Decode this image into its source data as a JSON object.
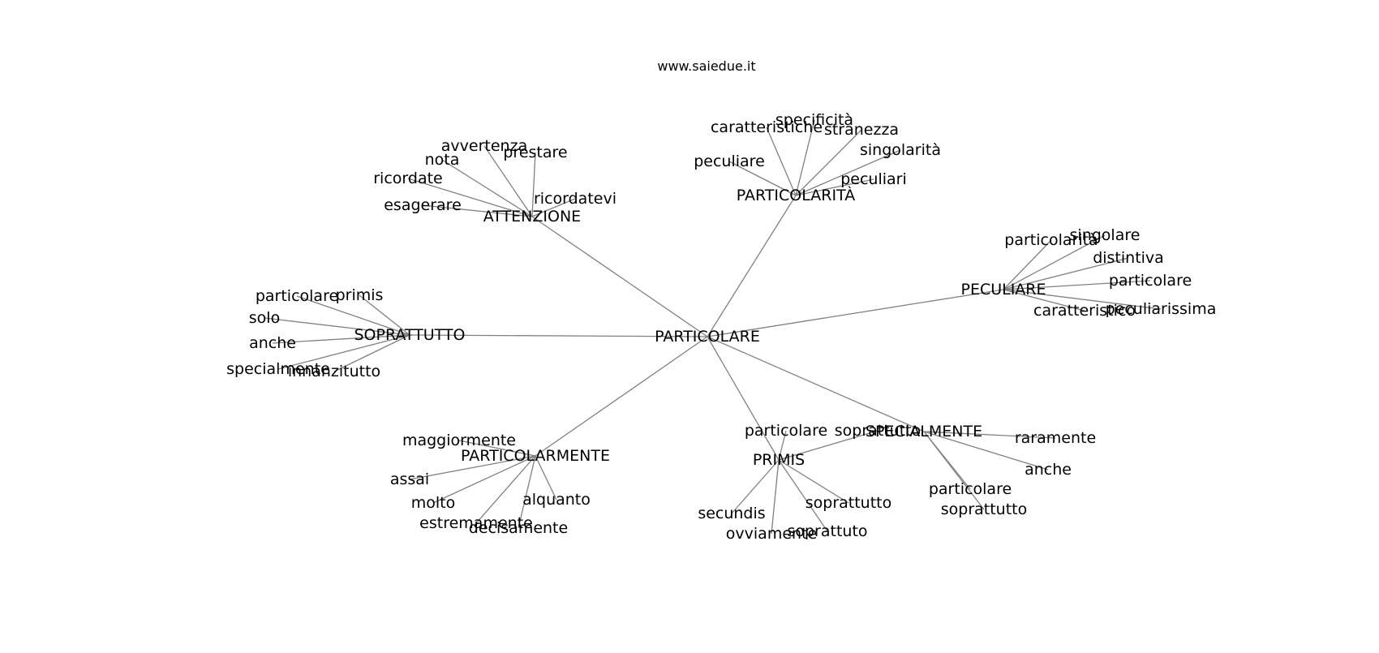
{
  "title": "www.saiedue.it",
  "colors": {
    "edge": "#808080",
    "text": "#000000",
    "background": "#ffffff"
  },
  "root": "PARTICOLARE",
  "hubs": [
    {
      "id": "particolarita",
      "label": "PARTICOLARITÀ",
      "leaves": [
        "caratteristiche",
        "specificità",
        "stranezza",
        "singolarità",
        "peculiare",
        "peculiari"
      ]
    },
    {
      "id": "attenzione",
      "label": "ATTENZIONE",
      "leaves": [
        "avvertenza",
        "prestare",
        "nota",
        "ricordate",
        "esagerare",
        "ricordatevi"
      ]
    },
    {
      "id": "peculiare",
      "label": "PECULIARE",
      "leaves": [
        "particolarità",
        "singolare",
        "distintiva",
        "particolare",
        "caratteristico",
        "peculiarissima"
      ]
    },
    {
      "id": "soprattutto",
      "label": "SOPRATTUTTO",
      "leaves": [
        "particolare",
        "primis",
        "solo",
        "anche",
        "specialmente",
        "innanzitutto"
      ]
    },
    {
      "id": "particolarmente",
      "label": "PARTICOLARMENTE",
      "leaves": [
        "maggiormente",
        "assai",
        "molto",
        "estremamente",
        "decisamente",
        "alquanto"
      ]
    },
    {
      "id": "primis",
      "label": "PRIMIS",
      "leaves": [
        "particolare",
        "soprattutto",
        "secundis",
        "soprattutto",
        "ovviamente",
        "soprattuto"
      ]
    },
    {
      "id": "specialmente",
      "label": "SPECIALMENTE",
      "leaves": [
        "raramente",
        "anche",
        "particolare",
        "soprattutto"
      ]
    }
  ]
}
